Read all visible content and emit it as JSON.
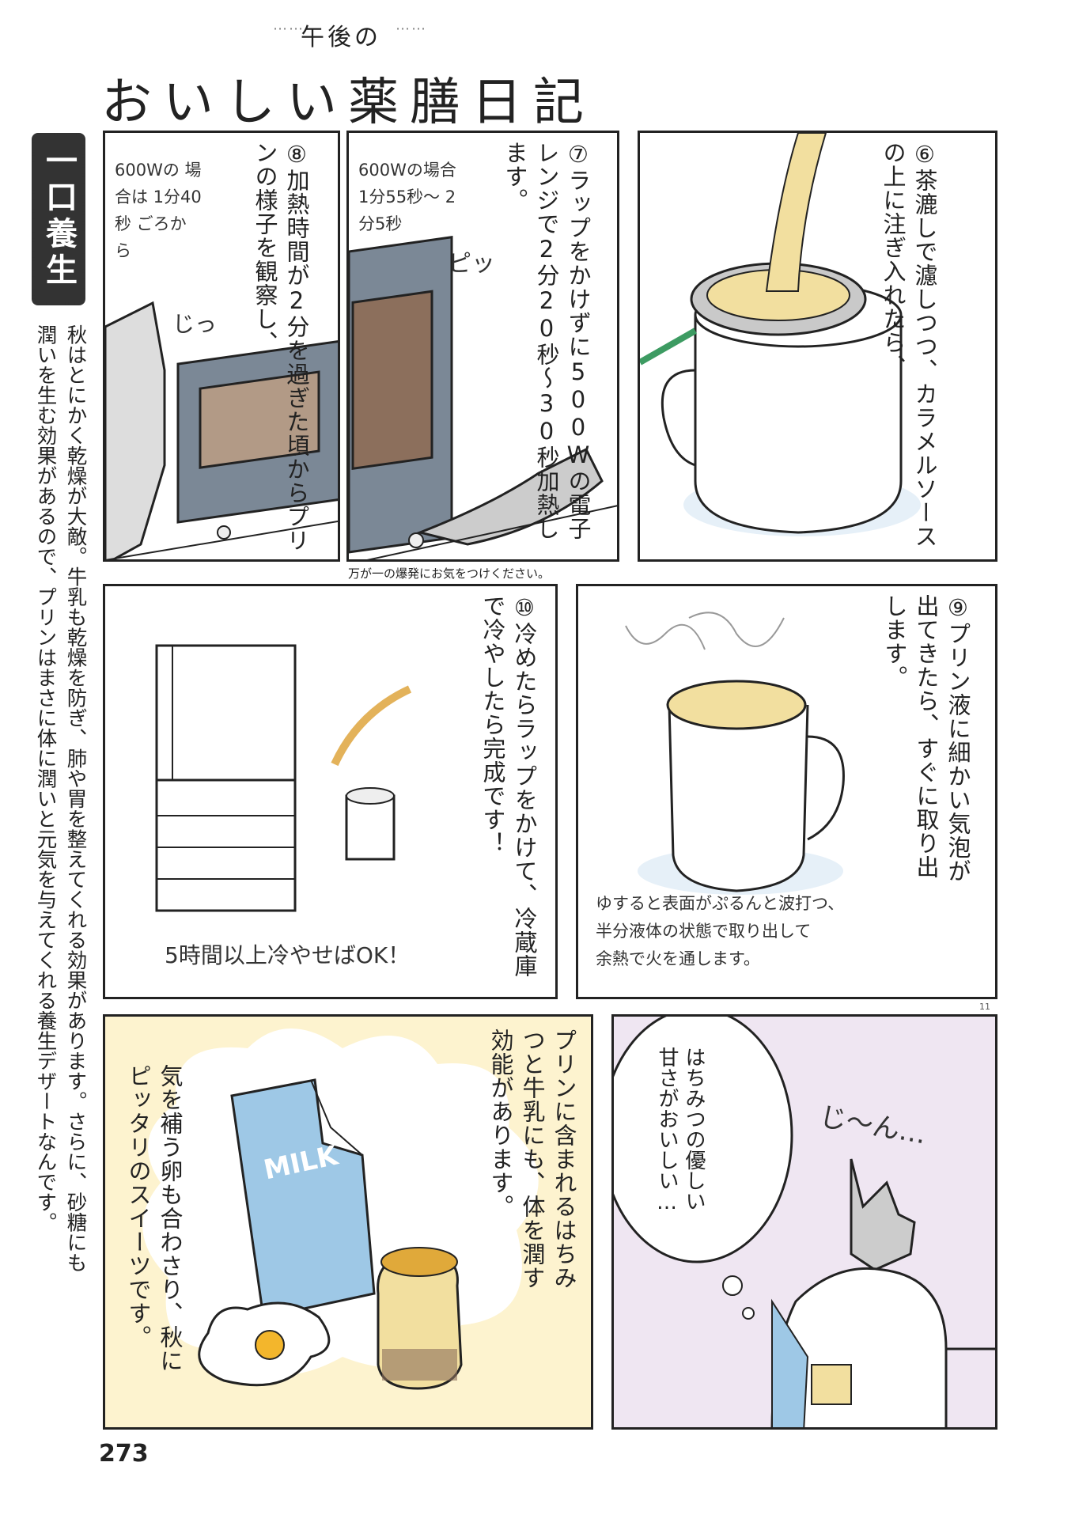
{
  "header": {
    "subtitle": "午後の",
    "title": "おいしい薬膳日記"
  },
  "side": {
    "label": "一口養生",
    "column1": "秋はとにかく乾燥が大敵。牛乳も乾燥を防ぎ、肺や胃を整えてくれる効果があります。さらに、砂糖にも",
    "column2": "潤いを生む効果があるので、プリンはまさに体に潤いと元気を与えてくれる養生デザートなんです。"
  },
  "panels": {
    "p6": {
      "text": "⑥茶漉しで濾しつつ、カラメルソースの上に注ぎ入れたら、"
    },
    "p7": {
      "text": "⑦ラップをかけずに500Wの電子レンジで2分20秒～30秒加熱します。",
      "note": "600Wの場合 1分55秒～ 2分5秒",
      "sfx": "ピッ"
    },
    "p8": {
      "text": "⑧加熱時間が2分を過ぎた頃からプリンの様子を観察し、",
      "note": "600Wの 場合は 1分40秒 ごろから",
      "sfx": "じっ"
    },
    "caution": "万が一の爆発にお気をつけください。",
    "p9": {
      "text": "⑨プリン液に細かい気泡が出てきたら、すぐに取り出します。",
      "note1": "ゆすると表面がぷるんと波打つ、",
      "note2": "半分液体の状態で取り出して",
      "note3": "余熱で火を通します。"
    },
    "p10": {
      "text": "⑩冷めたらラップをかけて、冷蔵庫で冷やしたら完成です！",
      "note": "5時間以上冷やせばOK！"
    },
    "p11": {
      "text1": "プリンに含まれるはちみつと牛乳にも、体を潤す効能があります。",
      "text2": "気を補う卵も合わさり、秋にピッタリのスイーツです。",
      "milk": "MILK"
    },
    "p12": {
      "bubble": "はちみつの優しい甘さがおいしい…",
      "sfx": "じ～ん…"
    }
  },
  "page_number": "273",
  "small_number": "11",
  "colors": {
    "cream": "#fdf3cf",
    "pudding": "#f2df9f",
    "lavender": "#efe6f2",
    "shadow_blue": "#e6f0f8",
    "milk_blue": "#9ec8e6"
  }
}
